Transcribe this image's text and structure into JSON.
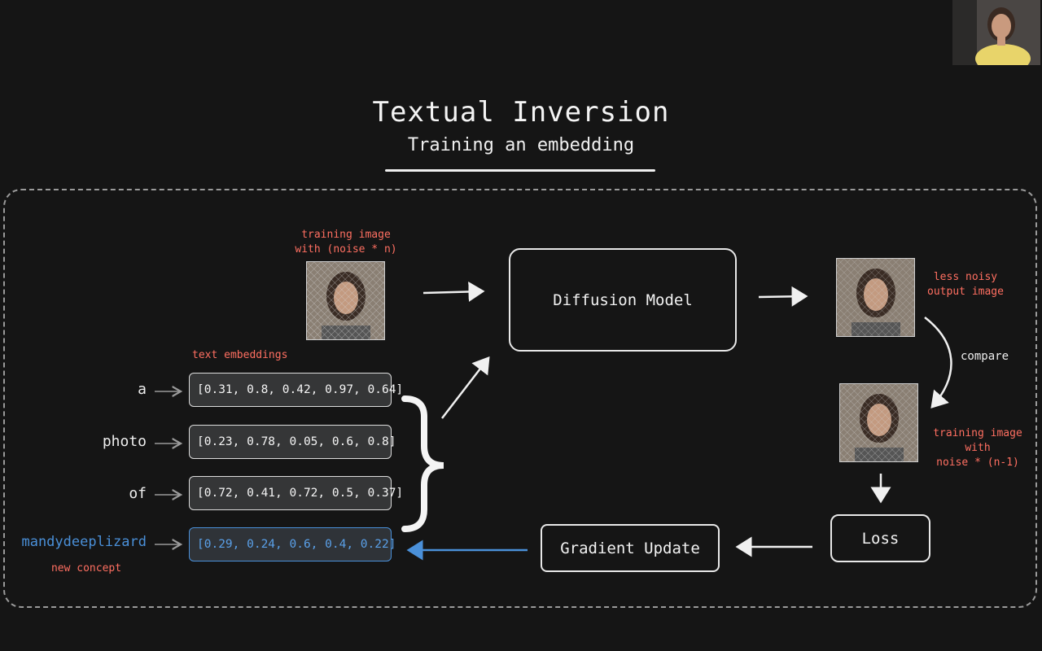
{
  "title": "Textual Inversion",
  "subtitle": "Training an embedding",
  "labels": {
    "training_image": "training image\nwith (noise * n)",
    "text_embeddings": "text embeddings",
    "less_noisy": "less noisy\noutput image",
    "compare": "compare",
    "training_image_n1": "training image with\nnoise * (n-1)",
    "new_concept": "new concept"
  },
  "boxes": {
    "diffusion_model": "Diffusion Model",
    "loss": "Loss",
    "gradient_update": "Gradient Update"
  },
  "tokens": [
    {
      "word": "a",
      "embedding": "[0.31, 0.8, 0.42, 0.97, 0.64]"
    },
    {
      "word": "photo",
      "embedding": "[0.23, 0.78, 0.05, 0.6, 0.8]"
    },
    {
      "word": "of",
      "embedding": "[0.72, 0.41, 0.72, 0.5, 0.37]"
    },
    {
      "word": "mandydeeplizard",
      "embedding": "[0.29, 0.24, 0.6, 0.4, 0.22]"
    }
  ],
  "colors": {
    "background": "#151515",
    "annotation": "#ff6f61",
    "new_concept": "#4a90d9",
    "foreground": "#f2f2f2"
  }
}
